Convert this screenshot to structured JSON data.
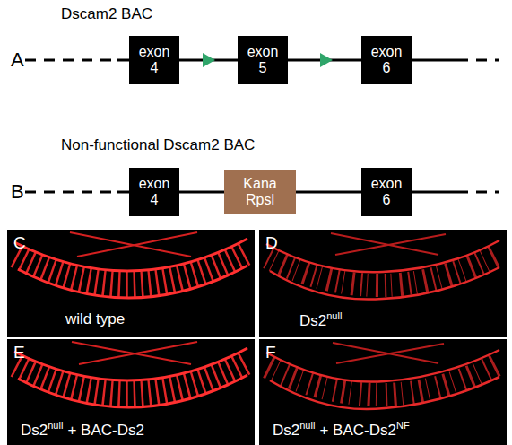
{
  "diagram": {
    "nodes": [
      {
        "text": [
          "exon 4"
        ]
      },
      {
        "text": [
          "exon 5"
        ]
      },
      {
        "text": [
          "exon 6"
        ]
      },
      {
        "text": [
          "exon 4"
        ]
      },
      {
        "text": [
          "Kana Rpsl"
        ]
      },
      {
        "text": [
          "exon 6"
        ]
      },
      {
        "text": [
          "C",
          "wild type"
        ]
      },
      {
        "text": [
          "D",
          "Ds2",
          "null"
        ]
      },
      {
        "text": [
          "E",
          "Ds2",
          "null",
          "+ BAC-Ds2"
        ]
      },
      {
        "text": [
          "F",
          "Ds2",
          "null",
          "+ BAC-Ds2",
          "NF"
        ]
      }
    ],
    "edges": [
      {
        "from": 0,
        "to": 1,
        "arrow": "none"
      },
      {
        "from": 1,
        "to": 2,
        "arrow": "none"
      },
      {
        "from": 3,
        "to": 4,
        "arrow": "none"
      },
      {
        "from": 4,
        "to": 5,
        "arrow": "none"
      }
    ],
    "labels": [
      "A",
      "Dscam2 BAC",
      "B",
      "Non-functional Dscam2 BAC"
    ]
  }
}
